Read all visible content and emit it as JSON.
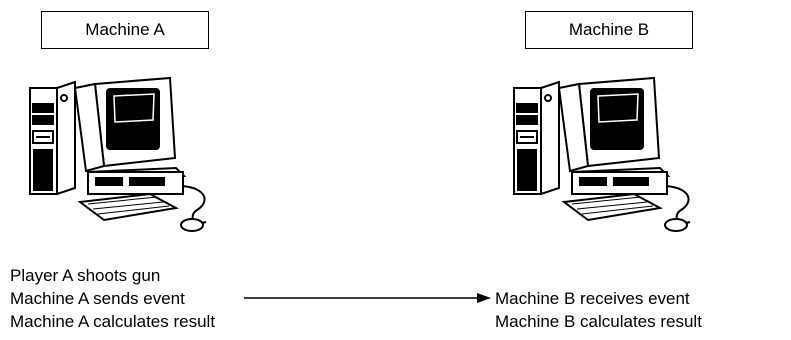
{
  "machine_a": {
    "title": "Machine A",
    "lines": [
      "Player A shoots gun",
      "Machine A sends event",
      "Machine A calculates result"
    ]
  },
  "machine_b": {
    "title": "Machine B",
    "lines": [
      "Machine B receives event",
      "Machine B calculates result"
    ]
  },
  "icons": {
    "computer_a": "desktop-computer-icon",
    "computer_b": "desktop-computer-icon",
    "arrow": "right-arrow"
  },
  "colors": {
    "ink": "#000000",
    "background": "#ffffff"
  }
}
